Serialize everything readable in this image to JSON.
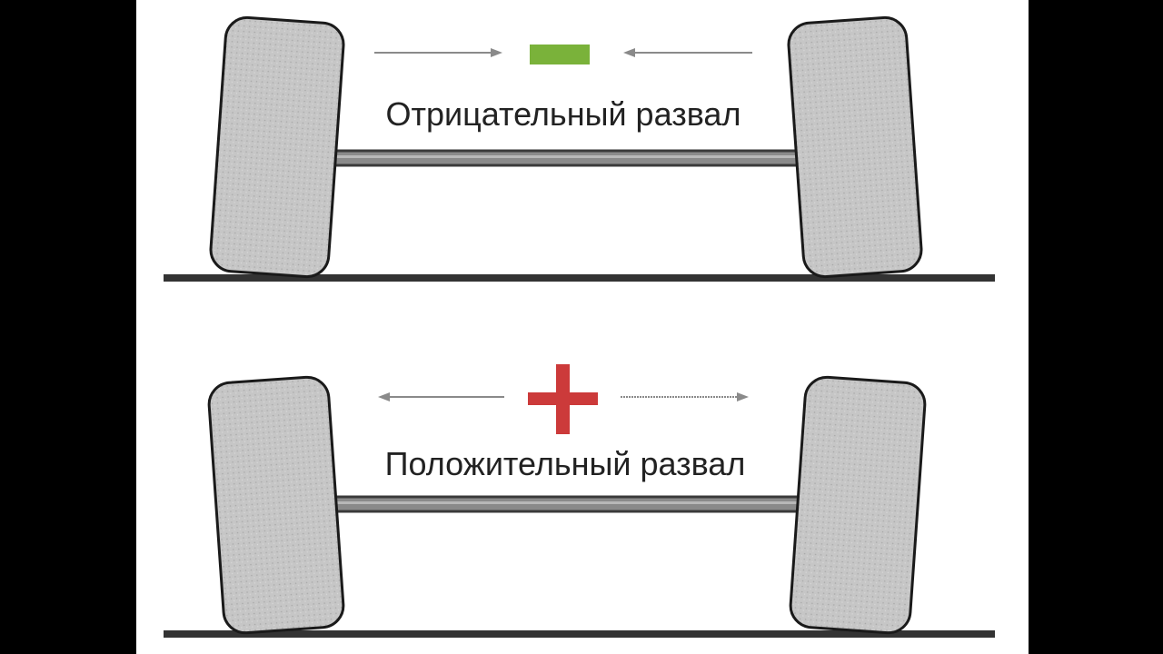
{
  "diagrams": {
    "negative": {
      "caption": "Отрицательный развал",
      "sign": "minus"
    },
    "positive": {
      "caption": "Положительный развал",
      "sign": "plus"
    }
  },
  "colors": {
    "minus_sign": "#7ab23a",
    "plus_sign": "#cc3a3a",
    "tire_fill": "#c4c4c4",
    "axle": "#5a5a5a",
    "ground": "#333333",
    "outline": "#1a1a1a"
  }
}
